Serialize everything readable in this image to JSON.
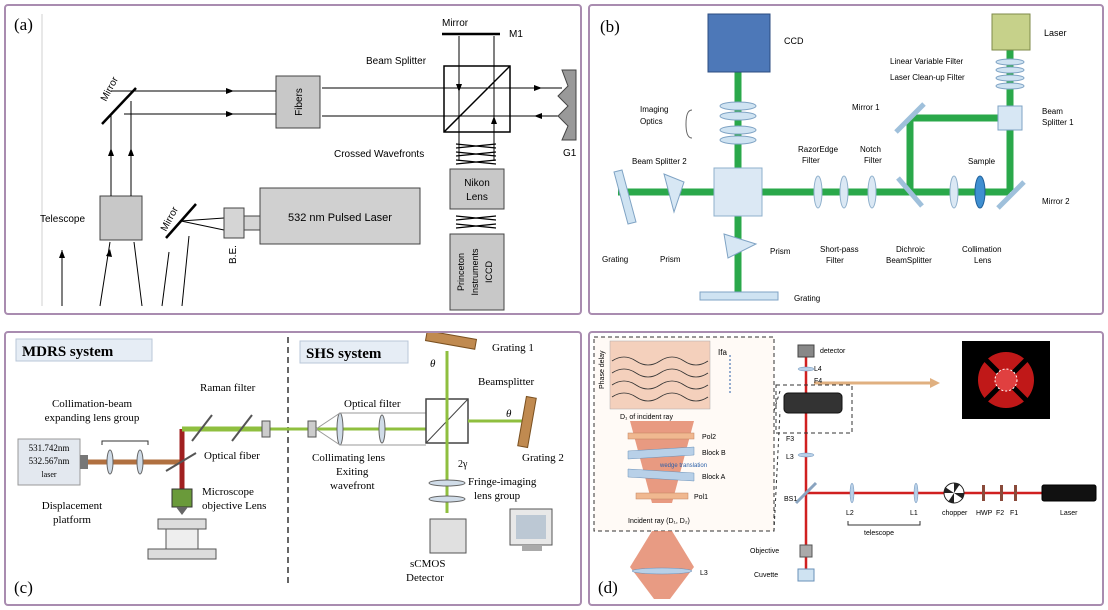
{
  "panel_a": {
    "tag": "(a)",
    "mirror_m1": "Mirror",
    "m1": "M1",
    "beam_splitter": "Beam Splitter",
    "mirror_top": "Mirror",
    "fibers": "Fibers",
    "crossed_wavefronts": "Crossed Wavefronts",
    "g1": "G1",
    "nikon_lens": [
      "Nikon",
      "Lens"
    ],
    "telescope": "Telescope",
    "mirror_bottom": "Mirror",
    "laser": "532 nm Pulsed Laser",
    "be": "B.E.",
    "iccd": [
      "Princeton",
      "Instruments",
      "ICCD"
    ]
  },
  "panel_b": {
    "tag": "(b)",
    "ccd": "CCD",
    "laser": "Laser",
    "lvf": "Linear Variable Filter",
    "lcf": "Laser Clean-up Filter",
    "imaging_optics": [
      "Imaging",
      "Optics"
    ],
    "mirror1": "Mirror 1",
    "bs1": [
      "Beam",
      "Splitter 1"
    ],
    "bs2": "Beam Splitter 2",
    "razoredge": [
      "RazorEdge",
      "Filter"
    ],
    "notch": [
      "Notch",
      "Filter"
    ],
    "sample": "Sample",
    "mirror2": "Mirror 2",
    "grating_left": "Grating",
    "prism_left": "Prism",
    "prism_bottom": "Prism",
    "shortpass": [
      "Short-pass",
      "Filter"
    ],
    "dichroic": [
      "Dichroic",
      "BeamSplitter"
    ],
    "collimation": [
      "Collimation",
      "Lens"
    ],
    "grating_bottom": "Grating"
  },
  "panel_c": {
    "tag": "(c)",
    "mdrs": "MDRS system",
    "shs": "SHS system",
    "raman_filter": "Raman filter",
    "collimation_group": [
      "Collimation-beam",
      "expanding lens group"
    ],
    "laser_box": [
      "531.742nm",
      "532.567nm",
      "laser"
    ],
    "optical_fiber": "Optical fiber",
    "microscope": [
      "Microscope",
      "objective Lens"
    ],
    "displacement": [
      "Displacement",
      "platform"
    ],
    "optical_filter": "Optical filter",
    "grating1": "Grating 1",
    "theta1": "θ",
    "beamsplitter": "Beamsplitter",
    "theta_right": "θ",
    "collimating": [
      "Collimating lens",
      "Exiting",
      "wavefront"
    ],
    "grating2": "Grating 2",
    "two_gamma": "2γ",
    "fringe": [
      "Fringe-imaging",
      "lens group"
    ],
    "scmos": [
      "sCMOS",
      "Detector"
    ]
  },
  "panel_d": {
    "tag": "(d)",
    "detector": "detector",
    "l4": "L4",
    "f4": "F4",
    "f3": "F3",
    "l3_upper": "L3",
    "bs1": "BS1",
    "l2": "L2",
    "l1": "L1",
    "chopper": "chopper",
    "hwp": "HWP",
    "f2": "F2",
    "f1": "F1",
    "laser": "Laser",
    "telescope": "telescope",
    "objective": "Objective",
    "cuvette": "Cuvette",
    "l3_lower": "L3",
    "phase_delay": "Phase delay",
    "ifa": "Ifa",
    "incident_ray_top": "D₁ of incident ray",
    "pol2": "Pol2",
    "block_b": "Block B",
    "wedge": "wedge translation",
    "block_a": "Block A",
    "pol1": "Pol1",
    "incident_ray": "Incident ray (D₁, D₂)"
  }
}
